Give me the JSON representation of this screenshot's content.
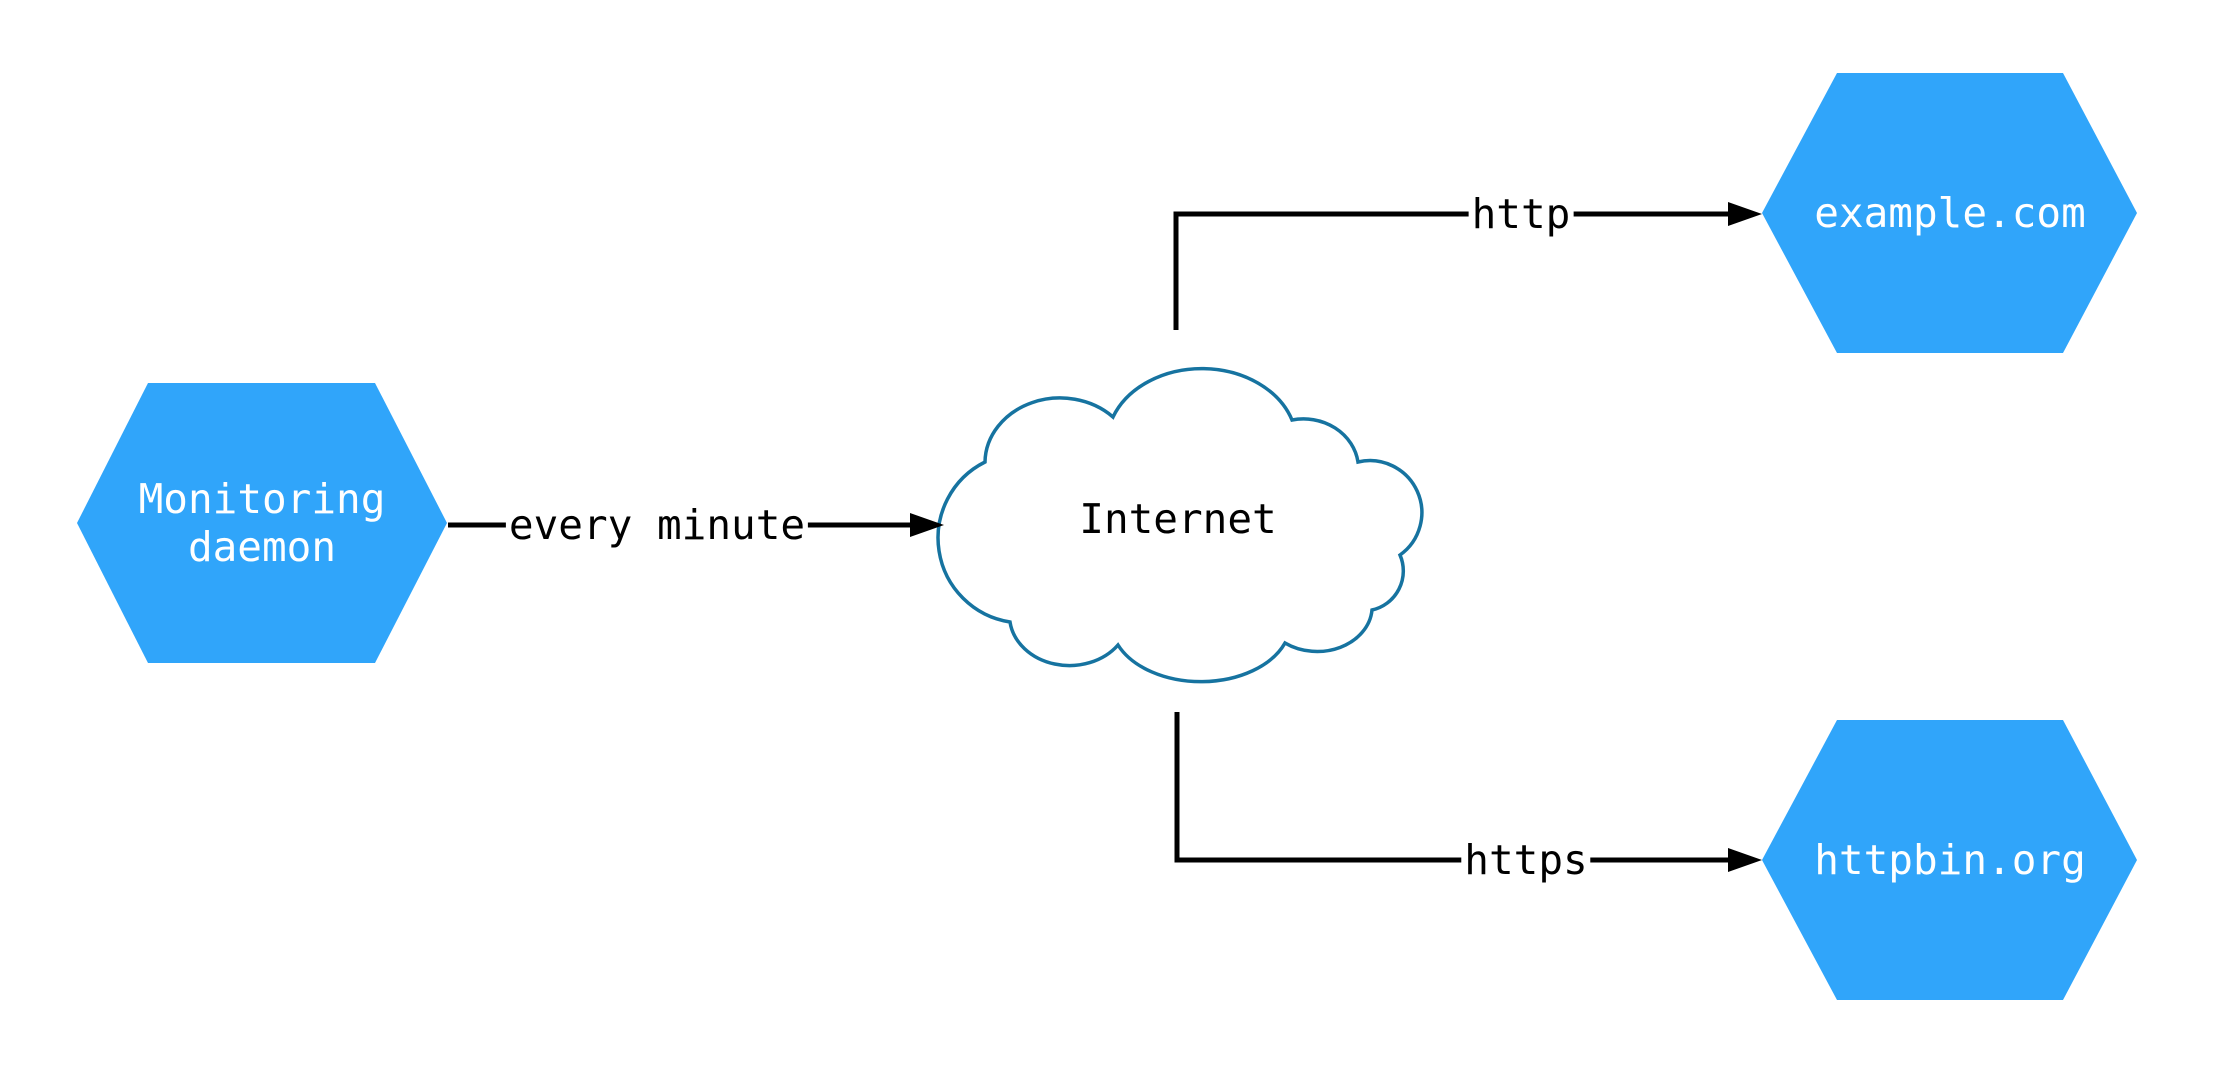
{
  "diagram": {
    "nodes": {
      "monitoring_daemon": {
        "label": "Monitoring\ndaemon"
      },
      "internet": {
        "label": "Internet"
      },
      "example_com": {
        "label": "example.com"
      },
      "httpbin_org": {
        "label": "httpbin.org"
      }
    },
    "edges": {
      "every_minute": {
        "label": "every minute"
      },
      "http": {
        "label": "http"
      },
      "https": {
        "label": "https"
      }
    },
    "colors": {
      "node_fill": "#30A5FA",
      "node_text": "#FFFFFF",
      "cloud_stroke": "#1673A0",
      "cloud_fill": "#FFFFFF",
      "edge_color": "#000000",
      "edge_text": "#000000",
      "background": "#FFFFFF"
    }
  }
}
